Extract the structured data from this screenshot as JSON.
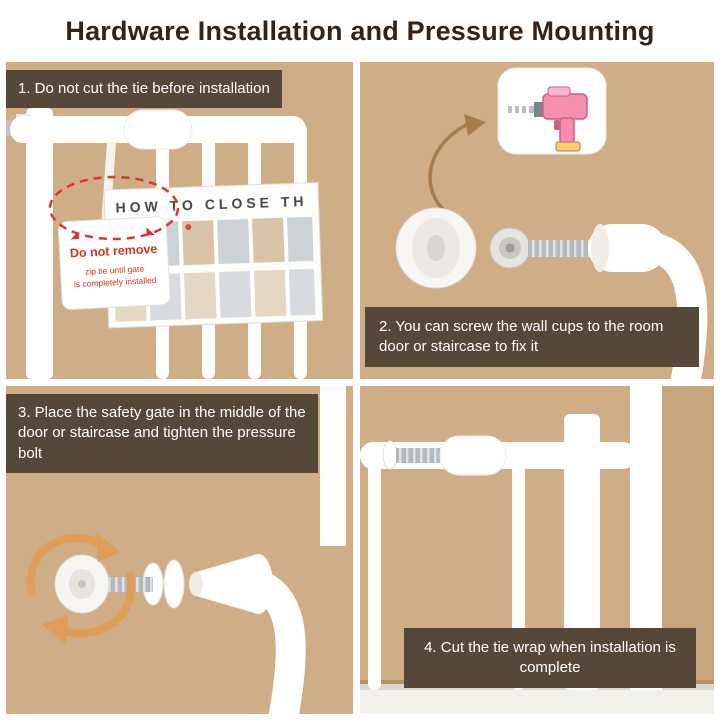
{
  "header": {
    "title": "Hardware Installation and Pressure Mounting"
  },
  "steps": {
    "step1": "1. Do not cut the tie before installation",
    "step2": "2. You can screw the wall cups to the room door or staircase to fix it",
    "step3": "3. Place the safety gate in the middle of the door or staircase and tighten the pressure bolt",
    "step4": "4. Cut the tie wrap when installation is complete"
  },
  "warning_tag": {
    "title": "Do not remove",
    "line1": "zip tie until gate",
    "line2": "is completely installed"
  },
  "poster": {
    "title": "HOW TO CLOSE TH"
  },
  "colors": {
    "panel_background": "#cfad86",
    "label_background": "#564838",
    "title_text": "#332417",
    "warning_red": "#d53125",
    "arrow_orange": "#df9e58",
    "drill_pink": "#f490ad"
  }
}
